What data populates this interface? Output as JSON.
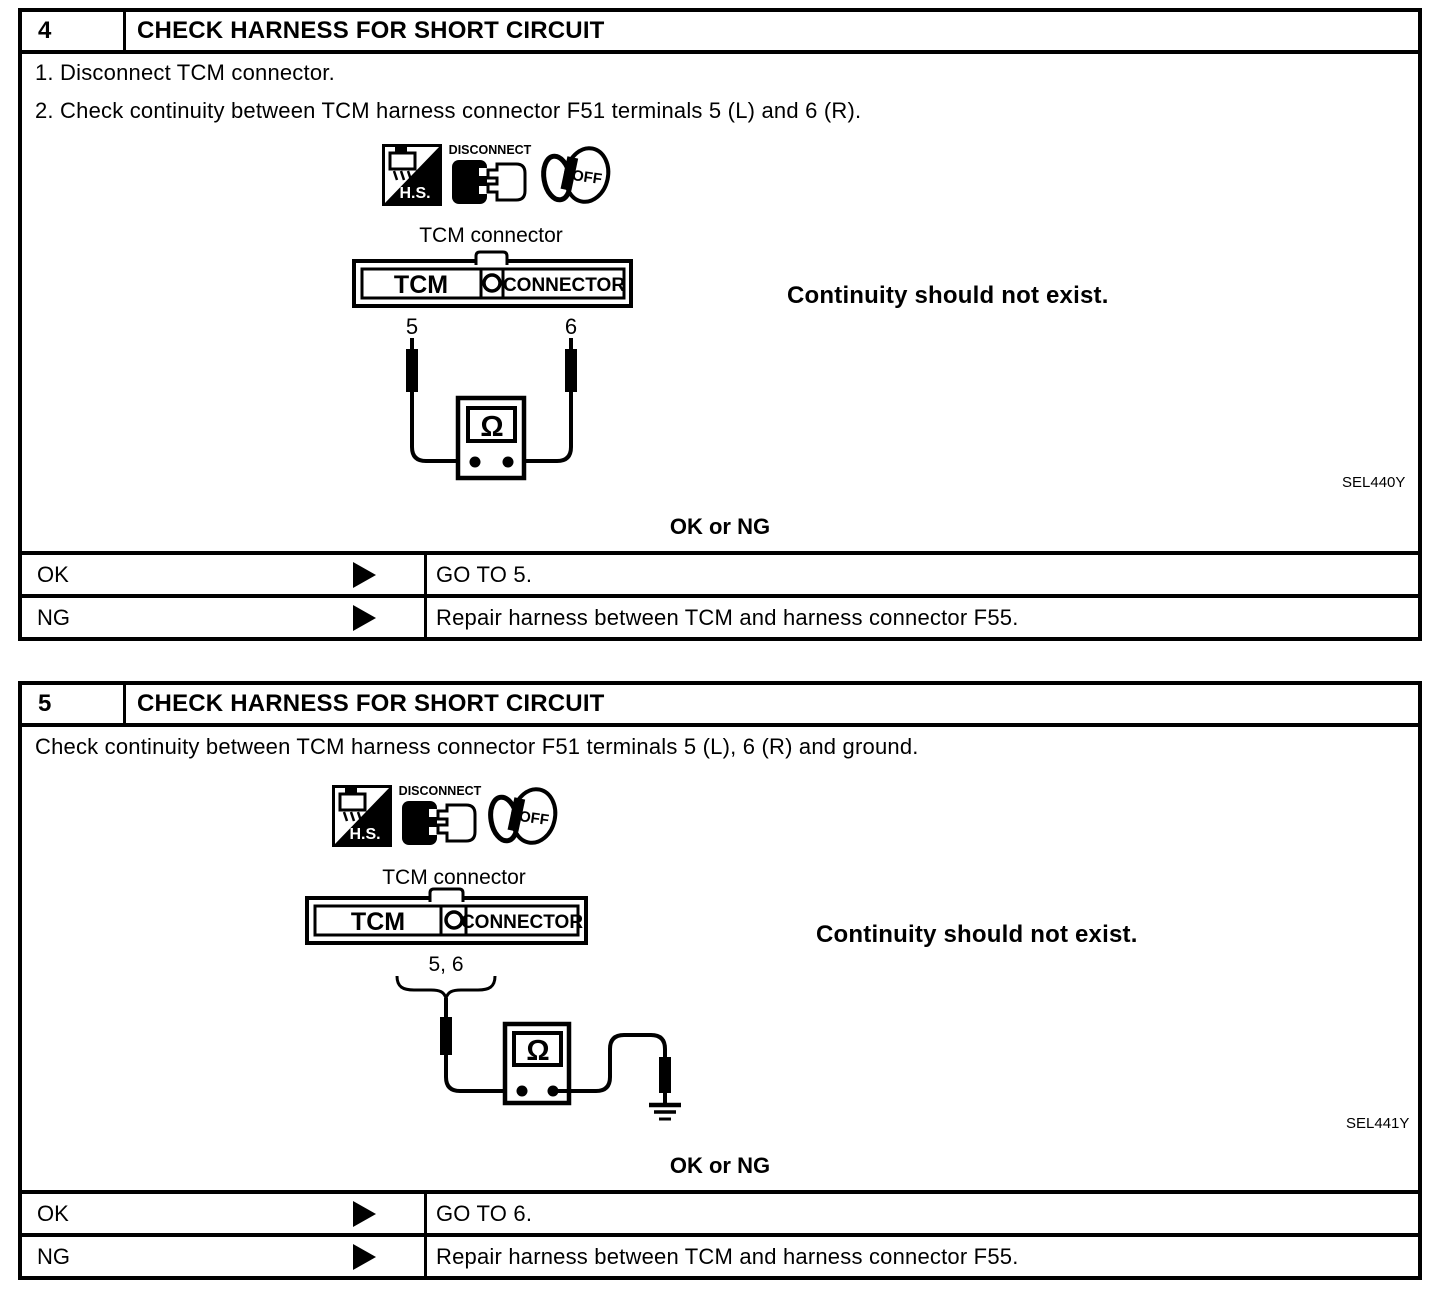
{
  "colors": {
    "ink": "#000000",
    "paper": "#ffffff"
  },
  "steps": [
    {
      "number": "4",
      "title": "CHECK HARNESS FOR SHORT CIRCUIT",
      "instructions": [
        "1. Disconnect TCM connector.",
        "2. Check continuity between TCM harness connector F51 terminals 5 (L) and 6 (R)."
      ],
      "diagram": {
        "hs_label": "H.S.",
        "disconnect_label": "DISCONNECT",
        "key_label": "OFF",
        "caption": "TCM connector",
        "connector_left": "TCM",
        "connector_right": "CONNECTOR",
        "terminal_left": "5",
        "terminal_right": "6",
        "ohm": "Ω",
        "note": "Continuity should not exist.",
        "figure_id": "SEL440Y"
      },
      "ok_or_ng": "OK or NG",
      "results": [
        {
          "label": "OK",
          "action": "GO TO 5."
        },
        {
          "label": "NG",
          "action": "Repair harness between TCM and harness connector F55."
        }
      ]
    },
    {
      "number": "5",
      "title": "CHECK HARNESS FOR SHORT CIRCUIT",
      "instructions": [
        "Check continuity between TCM harness connector F51 terminals 5 (L), 6 (R) and ground."
      ],
      "diagram": {
        "hs_label": "H.S.",
        "disconnect_label": "DISCONNECT",
        "key_label": "OFF",
        "caption": "TCM connector",
        "connector_left": "TCM",
        "connector_right": "CONNECTOR",
        "terminals": "5, 6",
        "ohm": "Ω",
        "note": "Continuity should not exist.",
        "figure_id": "SEL441Y"
      },
      "ok_or_ng": "OK or NG",
      "results": [
        {
          "label": "OK",
          "action": "GO TO 6."
        },
        {
          "label": "NG",
          "action": "Repair harness between TCM and harness connector F55."
        }
      ]
    }
  ]
}
